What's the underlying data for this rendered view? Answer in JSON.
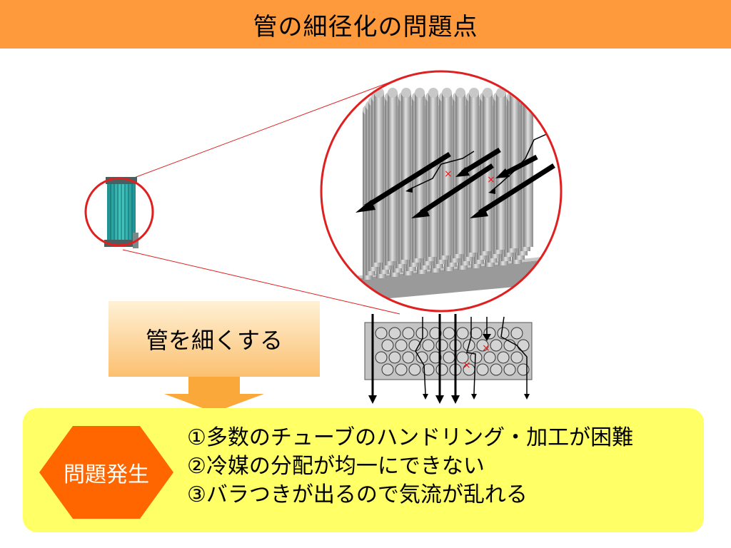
{
  "title": "管の細径化の問題点",
  "arrow_label": "管を細くする",
  "problem_badge": "問題発生",
  "problems": [
    "①多数のチューブのハンドリング・加工が困難",
    "②冷媒の分配が均一にできない",
    "③バラつきが出るので気流が乱れる"
  ],
  "marks": {
    "cross_symbol": "×"
  },
  "colors": {
    "title_bar": "#ff9a3c",
    "panel": "#ffff66",
    "badge": "#ff6600",
    "circle": "#e02020",
    "tube": "#a8a8a8",
    "heat_exchanger": "#2aa7a7"
  }
}
